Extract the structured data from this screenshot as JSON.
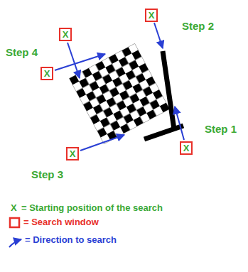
{
  "diagram": {
    "nodes": [
      {
        "text": [
          "X"
        ]
      },
      {
        "text": [
          "X"
        ]
      },
      {
        "text": [
          "X"
        ]
      },
      {
        "text": [
          "X"
        ]
      },
      {
        "text": [
          "X"
        ]
      }
    ],
    "labels": [
      "Step 2",
      "Step 4",
      "Step 1",
      "Step 3",
      "X"
    ],
    "legend": [
      {
        "text": "= Starting position of the search"
      },
      {
        "text": "= Search window"
      },
      {
        "text": "= Direction to search"
      }
    ]
  }
}
